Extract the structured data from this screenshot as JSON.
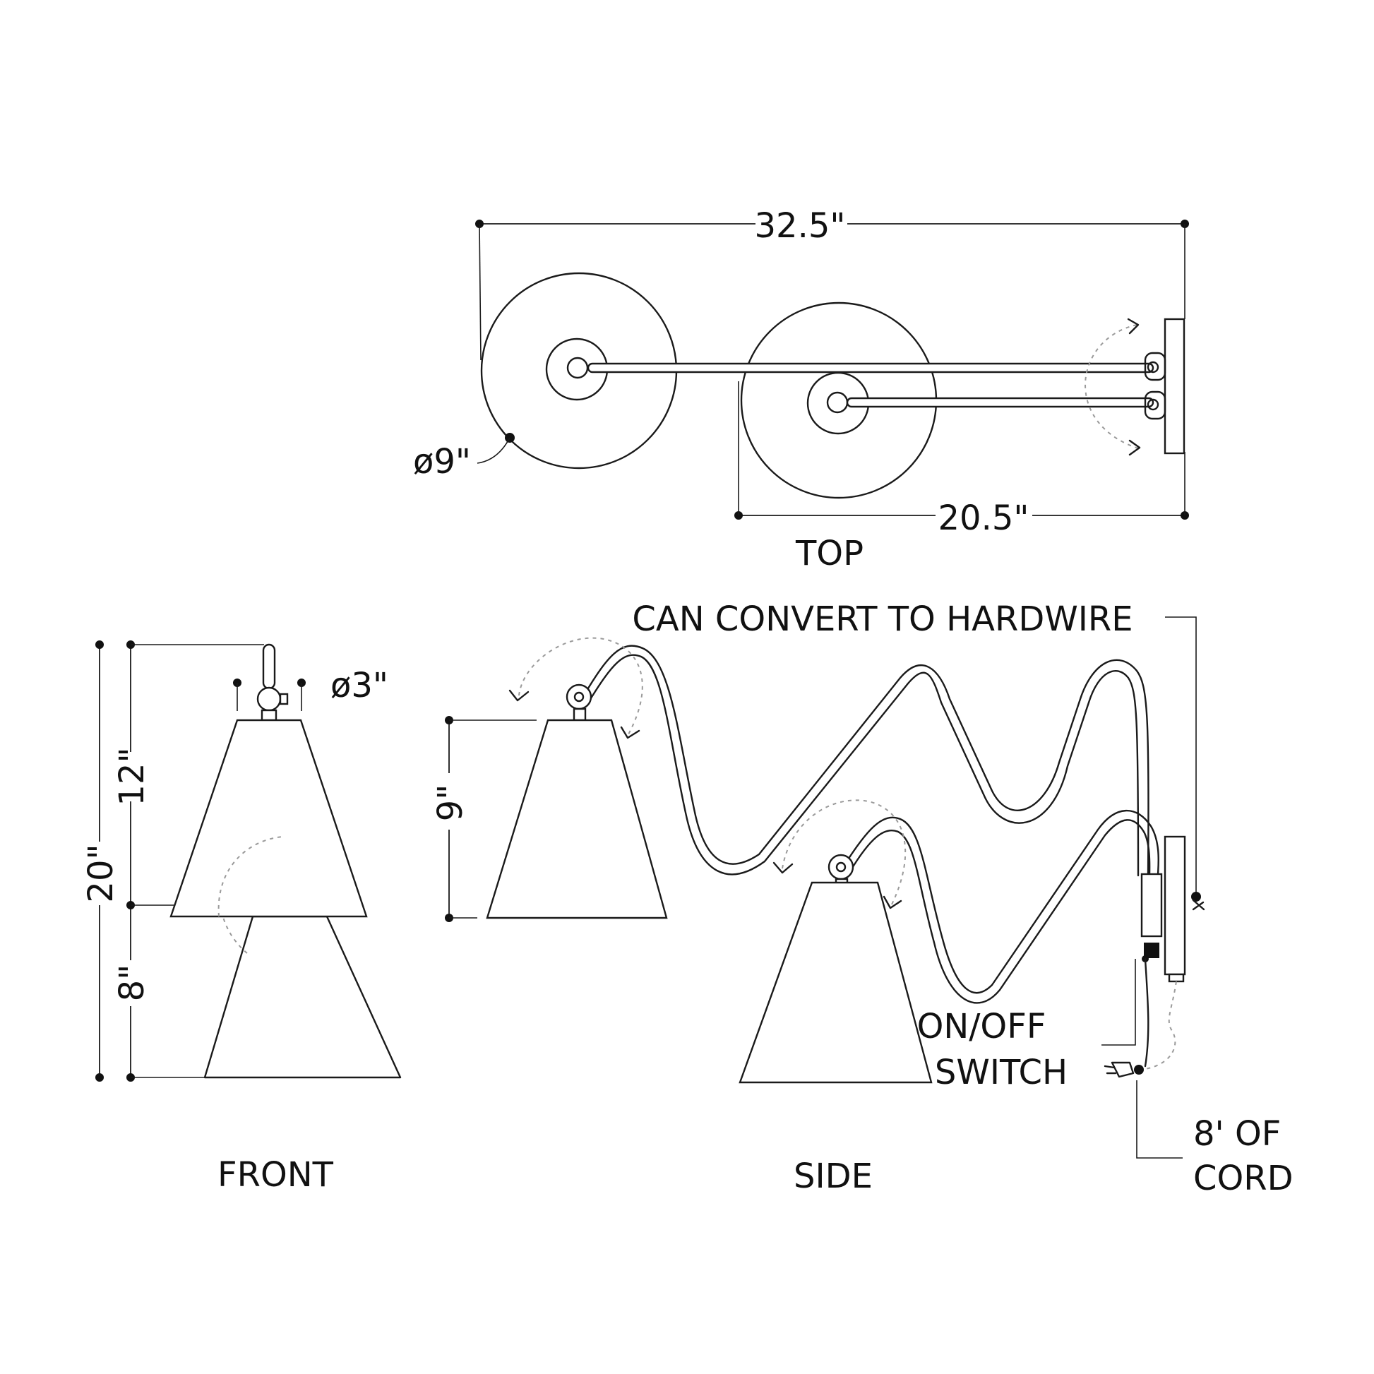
{
  "top_view": {
    "width_label": "32.5\"",
    "depth_label": "20.5\"",
    "shade_diameter_label": "ø9\"",
    "view_label": "TOP"
  },
  "front_view": {
    "overall_height_label": "20\"",
    "upper_height_label": "12\"",
    "lower_height_label": "8\"",
    "top_diameter_label": "ø3\"",
    "view_label": "FRONT"
  },
  "side_view": {
    "shade_height_label": "9\"",
    "hardwire_note": "CAN CONVERT TO HARDWIRE",
    "switch_note_line1": "ON/OFF",
    "switch_note_line2": "SWITCH",
    "cord_note_line1": "8' OF",
    "cord_note_line2": "CORD",
    "view_label": "SIDE"
  },
  "colors": {
    "line": "#1a1a1a",
    "dashed_motion": "#9a9a9a",
    "background": "#ffffff"
  }
}
